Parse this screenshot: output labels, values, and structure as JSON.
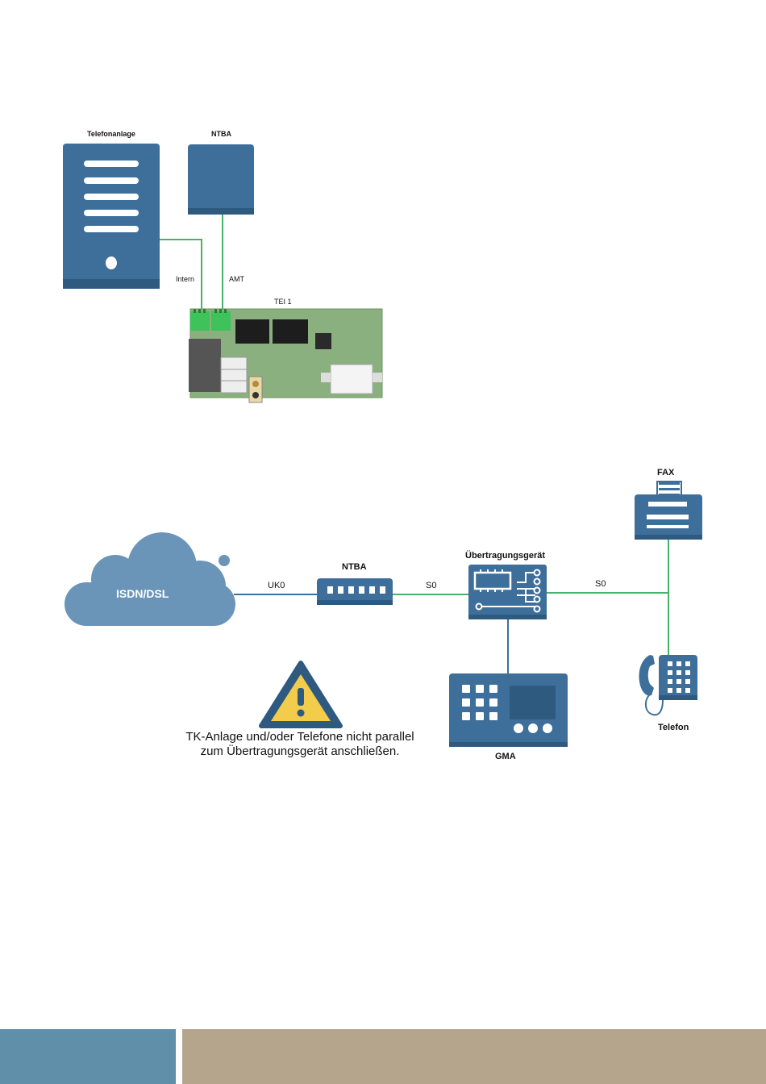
{
  "top": {
    "telefonanlage_label": "Telefonanlage",
    "ntba_label": "NTBA",
    "intern_label": "Intern",
    "amt_label": "AMT",
    "tei_label": "TEI 1"
  },
  "bottom": {
    "cloud_label": "ISDN/DSL",
    "uk0_label": "UK0",
    "ntba_label": "NTBA",
    "s0_left_label": "S0",
    "device_label": "Übertragungsgerät",
    "s0_right_label": "S0",
    "fax_label": "FAX",
    "telefon_label": "Telefon",
    "gma_label": "GMA"
  },
  "warning": {
    "line1": "TK-Anlage und/oder Telefone nicht parallel",
    "line2": "zum Übertragungsgerät anschließen."
  },
  "colors": {
    "device_blue": "#3e6e9a",
    "line_green": "#47b26b",
    "line_blue": "#3e6e9a",
    "cloud": "#6a95b8",
    "board_green": "#8bb07f",
    "warning_yellow": "#f2cc4a",
    "footer_left": "#5f8fa9",
    "footer_right": "#b6a58d"
  }
}
